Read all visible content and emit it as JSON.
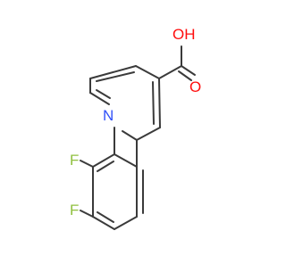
{
  "molecule": {
    "atom_labels": {
      "oxygen_hydroxyl": "OH",
      "oxygen_carbonyl": "O",
      "nitrogen": "N",
      "fluorine_2": "F",
      "fluorine_3": "F"
    },
    "colors": {
      "bond": "#3a3a3a",
      "oxygen": "#ff0d0d",
      "nitrogen": "#3050f8",
      "fluorine": "#90c040"
    }
  }
}
